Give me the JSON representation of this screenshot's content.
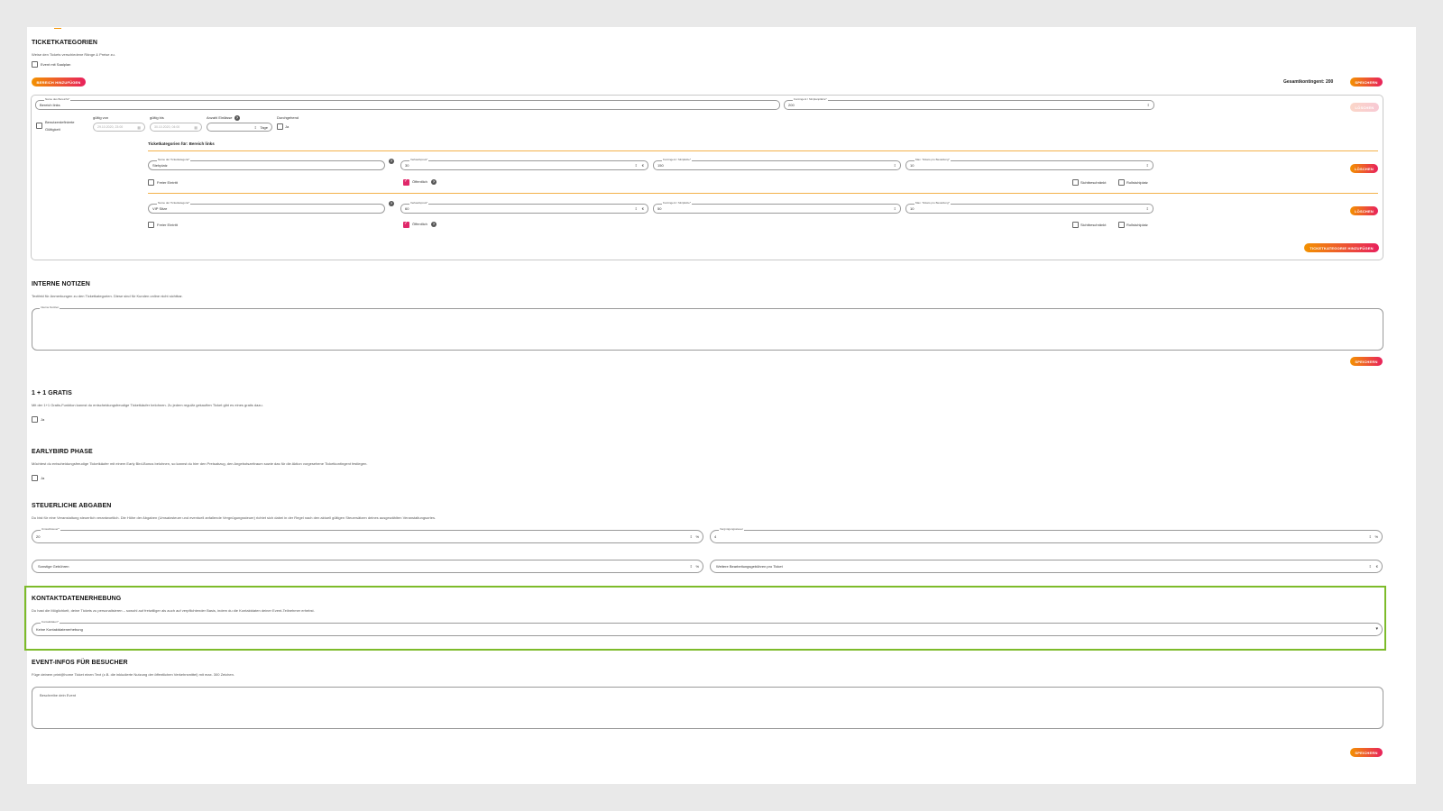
{
  "tickets": {
    "title": "TICKETKATEGORIEN",
    "description": "Weise den Tickets verschiedene Ränge & Preise zu.",
    "seatplan_label": "Event mit Saalplan",
    "add_area_button": "BEREICH HINZUFÜGEN",
    "total_quota": "Gesamtkontingent: 200",
    "save_button": "SPEICHERN",
    "area": {
      "name_label": "Name des Bereichs*",
      "name_value": "Bereich links",
      "quota_label": "Kontingent / Sitzplanplätze*",
      "quota_value": "200",
      "delete_button": "LÖSCHEN",
      "custom_validity_label_1": "Benutzerdefinierte",
      "custom_validity_label_2": "Gültigkeit",
      "valid_from_label": "gültig von",
      "valid_from_value": "29.10.2020, 23:00",
      "valid_to_label": "gültig bis",
      "valid_to_value": "30.10.2020, 04:00",
      "entries_label": "Anzahl Einlässe",
      "days_unit": "Tage",
      "permanent_label": "Durchgehend",
      "permanent_option": "Ja",
      "categories_heading": "Ticketkategorien für: Bereich links",
      "add_category_button": "TICKETKATEGORIE HINZUFÜGEN",
      "categories": [
        {
          "name_label": "Name der Ticketkategorie*",
          "name_value": "Stehplatz",
          "price_label": "Verkaufspreis*",
          "price_value": "30",
          "currency": "€",
          "quota_label": "Kontingent / Sitzplätze*",
          "quota_value": "150",
          "max_label": "Max. Tickets pro Bestellung*",
          "max_value": "10",
          "free_entry": "Freier Eintritt",
          "public": "Öffentlich",
          "limited": "Sichtbeschränkt",
          "wheelchair": "Rollstuhlplatz",
          "delete": "LÖSCHEN"
        },
        {
          "name_label": "Name der Ticketkategorie*",
          "name_value": "VIP Sitze",
          "price_label": "Verkaufspreis*",
          "price_value": "60",
          "currency": "€",
          "quota_label": "Kontingent / Sitzplätze*",
          "quota_value": "50",
          "max_label": "Max. Tickets pro Bestellung*",
          "max_value": "10",
          "free_entry": "Freier Eintritt",
          "public": "Öffentlich",
          "limited": "Sichtbeschränkt",
          "wheelchair": "Rollstuhlplatz",
          "delete": "LÖSCHEN"
        }
      ]
    }
  },
  "notes": {
    "title": "INTERNE NOTIZEN",
    "description": "Textfeld für Anmerkungen zu den Ticketkategorien. Diese sind für Kunden online nicht sichtbar.",
    "field_label": "Interne Notizen",
    "save_button": "SPEICHERN"
  },
  "gratis": {
    "title": "1 + 1 GRATIS",
    "description": "Mit der 1+1 Gratis-Funktion kannst du entscheidungsfreudige Ticketkäufer belohnen. Zu jedem regulär gekauften Ticket gibt es eines gratis dazu.",
    "option": "Ja"
  },
  "earlybird": {
    "title": "EARLYBIRD PHASE",
    "description": "Möchtest du entscheidungsfreudige Ticketkäufer mit einem Early Bird-Bonus belohnen, so kannst du hier den Preisabzug, den Angebotszeitraum sowie das für die Aktion vorgesehene Ticketkontingent festlegen.",
    "option": "Ja"
  },
  "tax": {
    "title": "STEUERLICHE ABGABEN",
    "description": "Du bist für eine Veranstaltung steuerlich verantwortlich. Die Höhe der Abgaben (Umsatzsteuer und eventuell anfallende Vergnügungssteuer) richtet sich dabei in der Regel nach den aktuell gültigen Steuersätzen deines ausgewählten Veranstaltungsortes.",
    "vat_label": "Umsatzsteuer*",
    "vat_value": "20",
    "vat_unit": "%",
    "fun_label": "Vergnügungssteuer",
    "fun_value": "4",
    "fun_unit": "%",
    "other_placeholder": "Sonstige Gebühren",
    "other_unit": "%",
    "processing_placeholder": "Weitere Bearbeitungsgebühren pro Ticket",
    "processing_unit": "€"
  },
  "contact": {
    "title": "KONTAKTDATENERHEBUNG",
    "description": "Du hast die Möglichkeit, deine Tickets zu personalisieren – sowohl auf freiwilliger als auch auf verpflichtender Basis, indem du die Kontaktdaten deiner Event-Teilnehmer erhebst.",
    "select_label": "Kontaktdaten*",
    "select_value": "Keine Kontaktdatenerhebung"
  },
  "eventinfo": {
    "title": "EVENT-INFOS FÜR BESUCHER",
    "description": "Füge deinem print@home Ticket einen Text (z.B. die inkludierte Nutzung der öffentlichen Verkehrsmittel) mit max. 300 Zeichen.",
    "placeholder": "Beschreibe dein Event",
    "save_button": "SPEICHERN"
  },
  "colors": {
    "accent_orange": "#f39200",
    "accent_pink": "#e8215d",
    "highlight_green": "#7dbb2a"
  }
}
